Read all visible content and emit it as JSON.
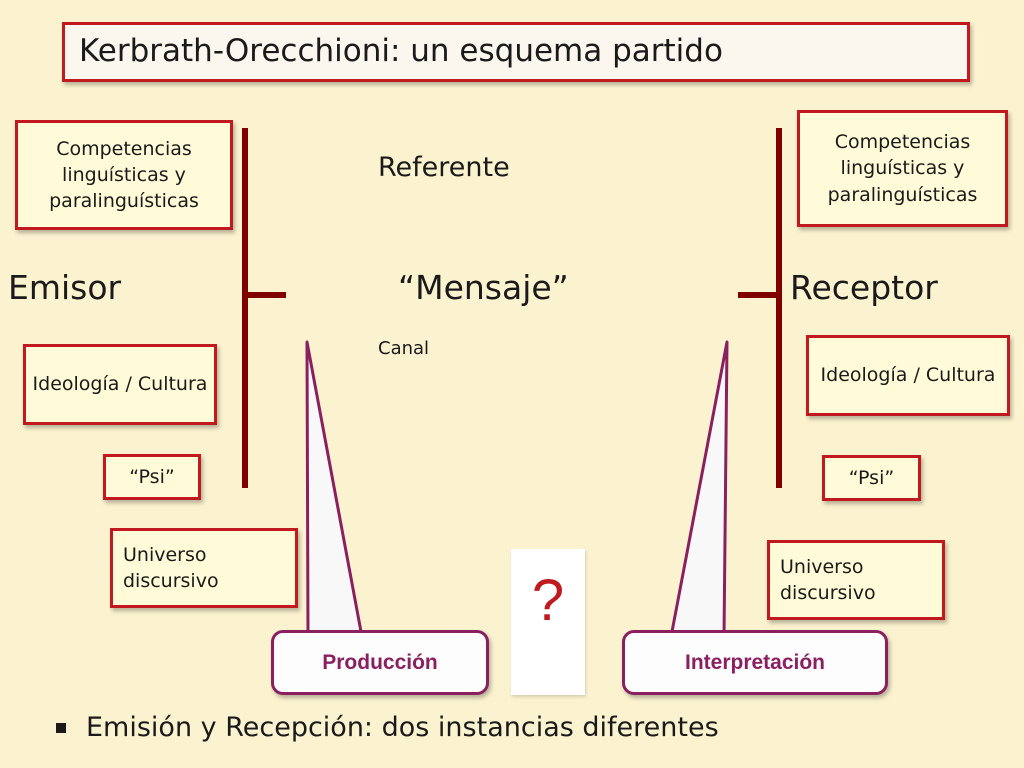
{
  "title": "Kerbrath-Orecchioni: un esquema partido",
  "left": {
    "competencias": "Competencias linguísticas  y paralinguísticas",
    "role": "Emisor",
    "ideologia": "Ideología / Cultura",
    "psi": "“Psi”",
    "universo": "Universo discursivo"
  },
  "right": {
    "competencias": "Competencias linguísticas  y paralinguísticas",
    "role": "Receptor",
    "ideologia": "Ideología / Cultura",
    "psi": "“Psi”",
    "universo": "Universo discursivo"
  },
  "center": {
    "referente": "Referente",
    "mensaje": "“Mensaje”",
    "canal": "Canal",
    "question": "?"
  },
  "callouts": {
    "produccion": "Producción",
    "interpretacion": "Interpretación"
  },
  "bullet": "Emisión y Recepción: dos instancias diferentes",
  "colors": {
    "background": "#fbf3cf",
    "box_border": "#c0191f",
    "bracket": "#800000",
    "callout_border": "#8a2060"
  }
}
